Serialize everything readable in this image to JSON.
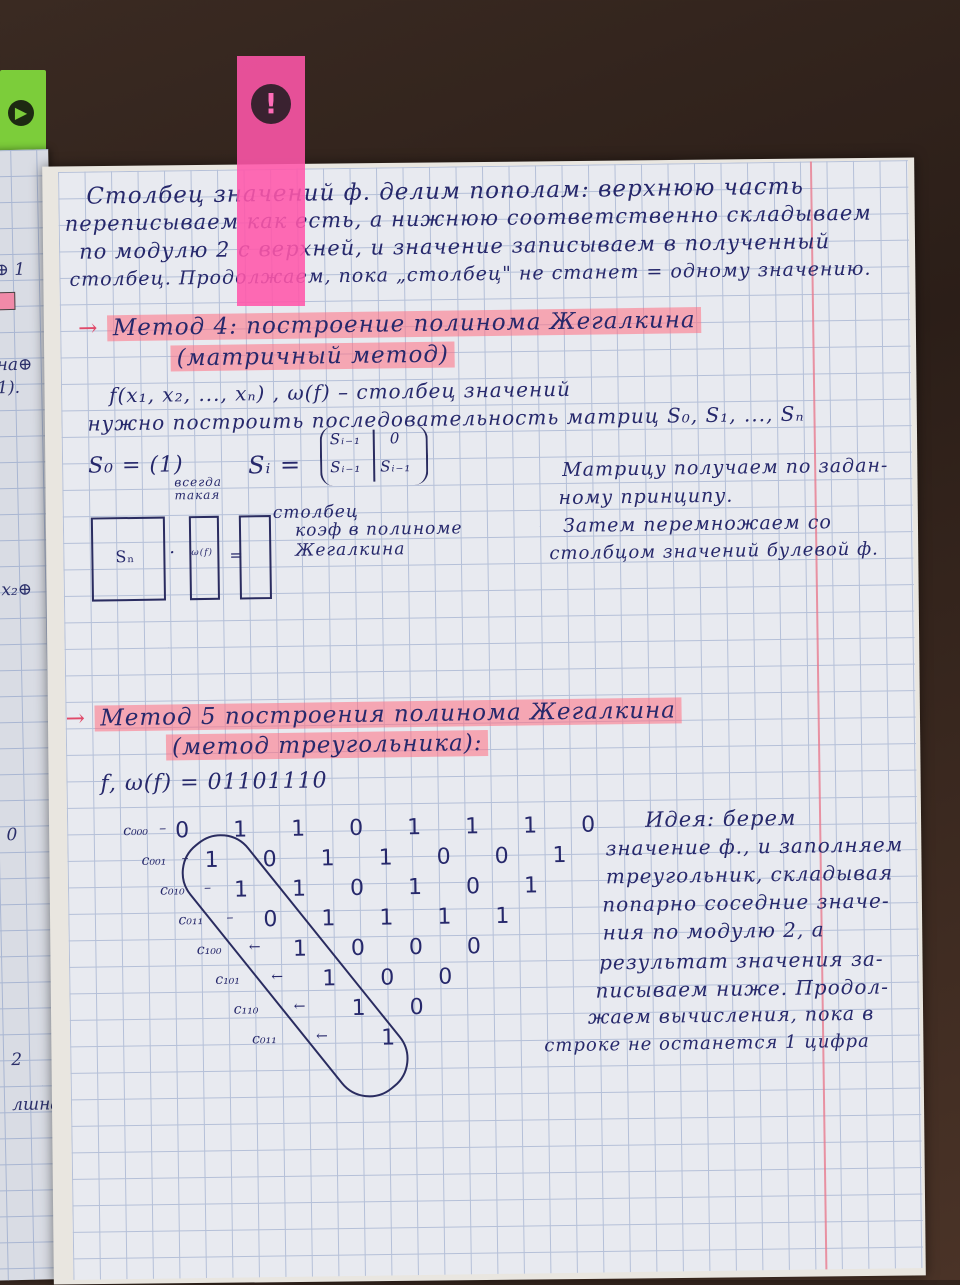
{
  "left_page": {
    "fragments": [
      "⊕ 1",
      "на⊕",
      "1).",
      "x₂⊕",
      "0",
      "2",
      "лшна"
    ]
  },
  "sticky_note": {
    "icon": "exclamation-icon",
    "color": "#ff56aa"
  },
  "paragraph1": {
    "lines": [
      "Столбец значений ф. делим пополам: верхнюю часть",
      "переписываем как есть, а нижнюю соответственно складываем",
      "по модулю 2 с верхней, и значение записываем в полученный",
      "столбец. Продолжаем, пока „столбец\" не станет = одному значению."
    ]
  },
  "method4": {
    "arrow": "→",
    "title": "Метод 4: построение полинома Жегалкина",
    "subtitle": "(матричный метод)",
    "line1": "f(x₁, x₂, ..., xₙ) ,   ω(f) – столбец значений",
    "line2": "нужно построить последовательность матриц S₀, S₁, ..., Sₙ",
    "s0": "S₀ = (1)",
    "s0_note": "всегда такая",
    "si_label": "Sᵢ =",
    "si_matrix": [
      "Sᵢ₋₁",
      "0",
      "Sᵢ₋₁",
      "Sᵢ₋₁"
    ],
    "matrix_label": "Sₙ",
    "vector_label": "ω(f)",
    "equals": "=",
    "result_note": [
      "столбец",
      "коэф в полиноме",
      "Жегалкина"
    ],
    "side_note": [
      "Матрицу получаем по задан-",
      "ному принципу.",
      "Затем перемножаем со",
      "столбцом значений булевой ф."
    ]
  },
  "method5": {
    "arrow": "→",
    "title": "Метод 5 построения полинома Жегалкина",
    "subtitle": "(метод треугольника):",
    "vector": "f, ω(f) = 01101110",
    "rows": [
      {
        "label": "c₀₀₀",
        "values": [
          "0",
          "1",
          "1",
          "0",
          "1",
          "1",
          "1",
          "0"
        ]
      },
      {
        "label": "c₀₀₁",
        "values": [
          "1",
          "0",
          "1",
          "1",
          "0",
          "0",
          "1"
        ]
      },
      {
        "label": "c₀₁₀",
        "values": [
          "1",
          "1",
          "0",
          "1",
          "0",
          "1"
        ]
      },
      {
        "label": "c₀₁₁",
        "values": [
          "0",
          "1",
          "1",
          "1",
          "1"
        ]
      },
      {
        "label": "c₁₀₀",
        "values": [
          "1",
          "0",
          "0",
          "0"
        ]
      },
      {
        "label": "c₁₀₁",
        "values": [
          "1",
          "0",
          "0"
        ]
      },
      {
        "label": "c₁₁₀",
        "values": [
          "1",
          "0"
        ]
      },
      {
        "label": "c₀₁₁",
        "values": [
          "1"
        ]
      }
    ],
    "idea": [
      "Идея: берем",
      "значение ф., и заполняем",
      "треугольник, складывая",
      "попарно соседние значе-",
      "ния по модулю 2, а",
      "результат значения за-",
      "писываем ниже. Продол-",
      "жаем вычисления, пока в",
      "строке не останется 1 цифра"
    ]
  },
  "colors": {
    "ink": "#26286b",
    "highlight": "#ff6e82",
    "grid": "#b5c0d8",
    "margin": "#e77a8e"
  }
}
